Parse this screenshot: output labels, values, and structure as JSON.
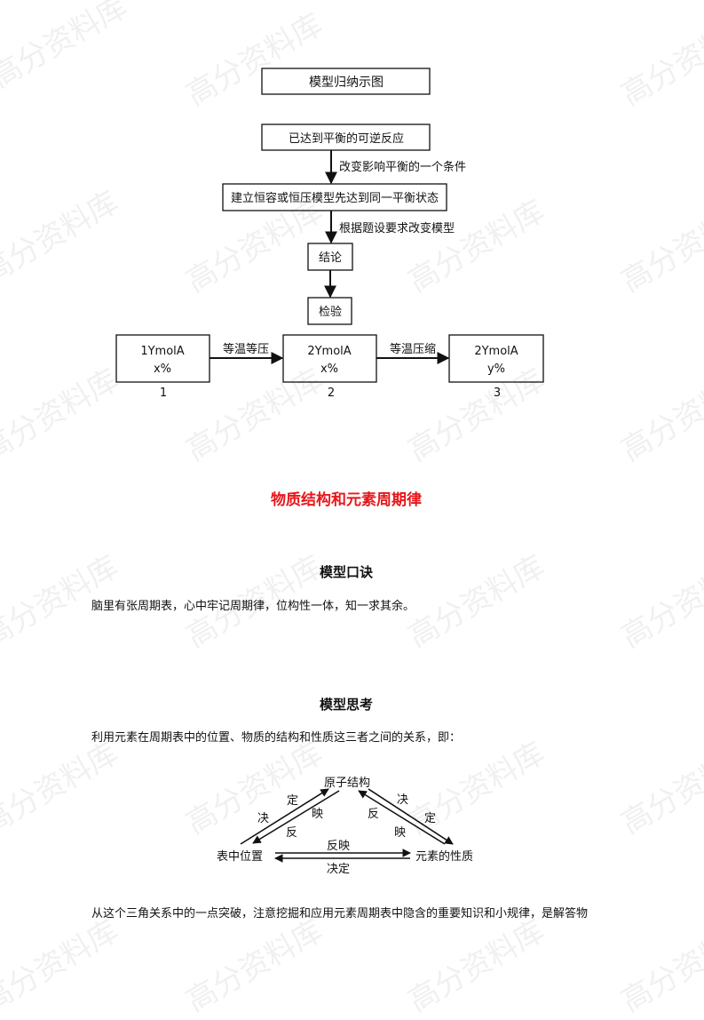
{
  "watermark": "高分资料库",
  "flowchart": {
    "title": "模型归纳示图",
    "start": "已达到平衡的可逆反应",
    "step1_label": "改变影响平衡的一个条件",
    "model": "建立恒容或恒压模型先达到同一平衡状态",
    "step2_label": "根据题设要求改变模型",
    "conclusion": "结论",
    "check": "检验",
    "states": [
      {
        "line1": "1YmolA",
        "line2": "x%",
        "number": "1"
      },
      {
        "line1": "2YmolA",
        "line2": "x%",
        "number": "2"
      },
      {
        "line1": "2YmolA",
        "line2": "y%",
        "number": "3"
      }
    ],
    "transitions": [
      "等温等压",
      "等温压缩"
    ]
  },
  "section_title": "物质结构和元素周期律",
  "mnemonic": {
    "heading": "模型口诀",
    "text": "脑里有张周期表，心中牢记周期律，位构性一体，知一求其余。"
  },
  "thinking": {
    "heading": "模型思考",
    "intro": "利用元素在周期表中的位置、物质的结构和性质这三者之间的关系，即：",
    "triangle": {
      "top": "原子结构",
      "left": "表中位置",
      "right": "元素的性质",
      "left_edge": {
        "up": [
          "决",
          "定"
        ],
        "down": [
          "反",
          "映"
        ]
      },
      "right_edge": {
        "down": [
          "决",
          "定"
        ],
        "up": [
          "反",
          "映"
        ]
      },
      "bottom_top_label": "反映",
      "bottom_bottom_label": "决定"
    },
    "conclusion": "从这个三角关系中的一点突破，注意挖掘和应用元素周期表中隐含的重要知识和小规律，是解答物"
  },
  "colors": {
    "section_title": "#e8161b"
  }
}
